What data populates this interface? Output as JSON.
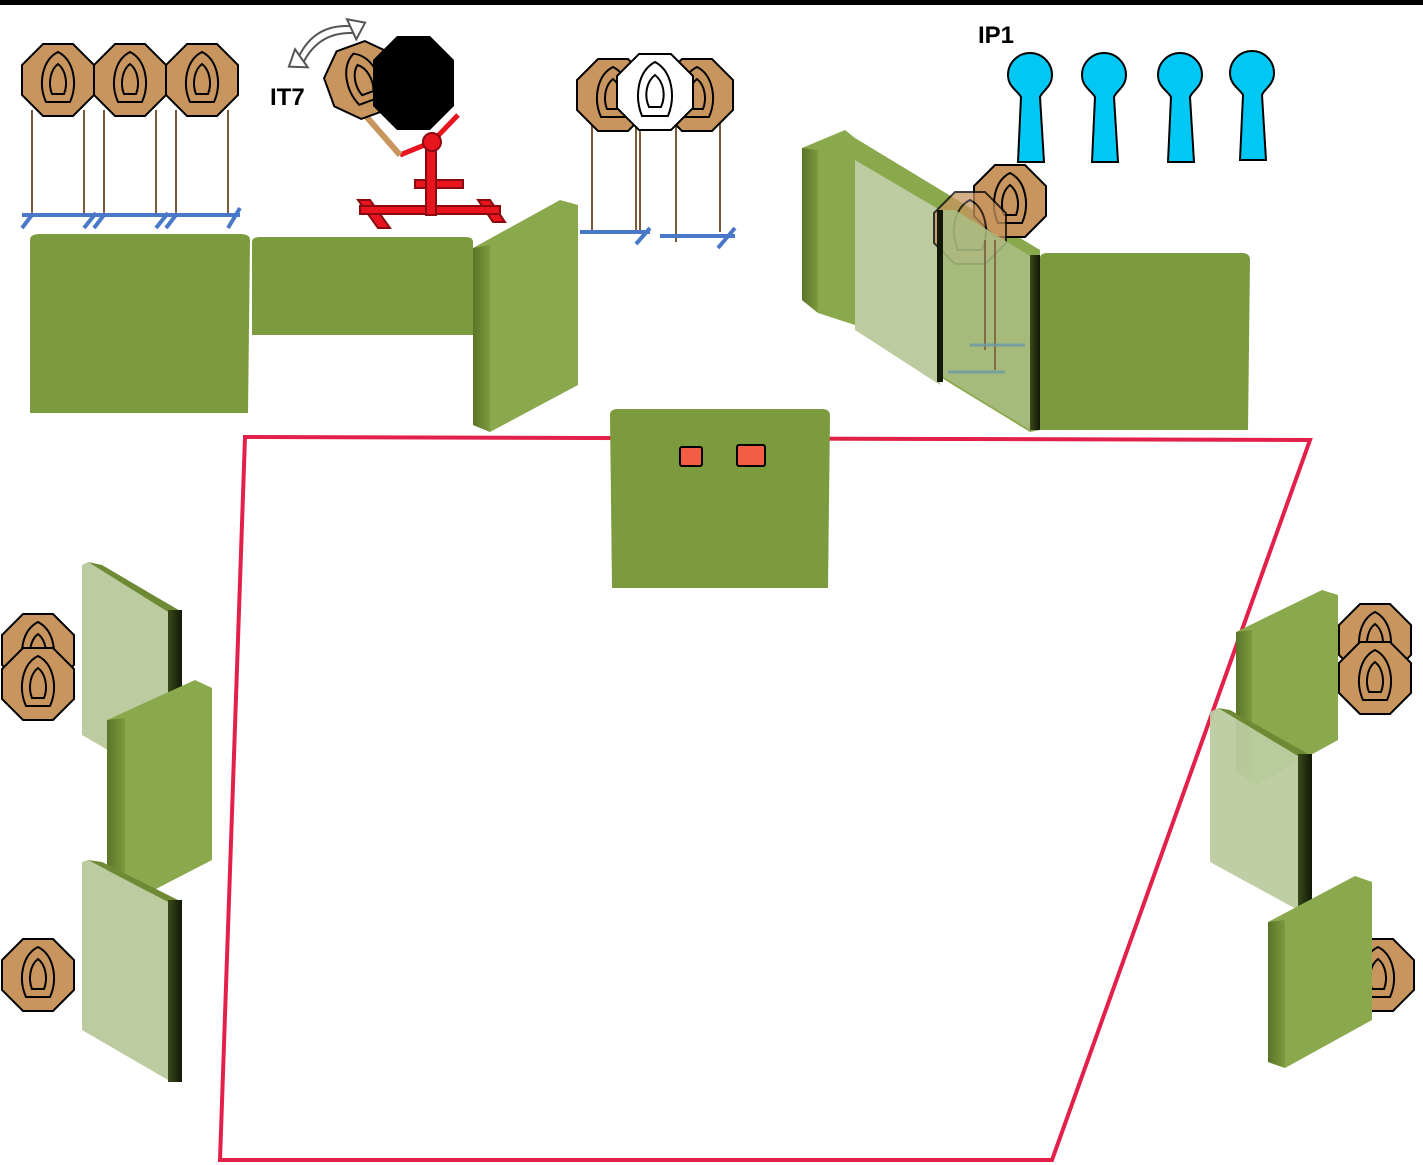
{
  "labels": {
    "it7": "IT7",
    "ip1": "IP1"
  },
  "colors": {
    "top_border": "#000000",
    "wall_solid": "#7c9a3e",
    "wall_light": "#bccba0",
    "wall_edge": "#2e3a15",
    "target_tan": "#c8955f",
    "target_white": "#ffffff",
    "popper_blue": "#00c8f5",
    "mover_red": "#e8151f",
    "stand_blue": "#4a78c8",
    "shooting_area_outline": "#e2204a",
    "button_orange": "#f25d43"
  },
  "icons": {
    "rotation": "curved-double-arrow-icon",
    "steel_plate": "black-octagon-plate",
    "paper_target": "octagon-paper-target",
    "popper": "pepper-popper-icon"
  }
}
